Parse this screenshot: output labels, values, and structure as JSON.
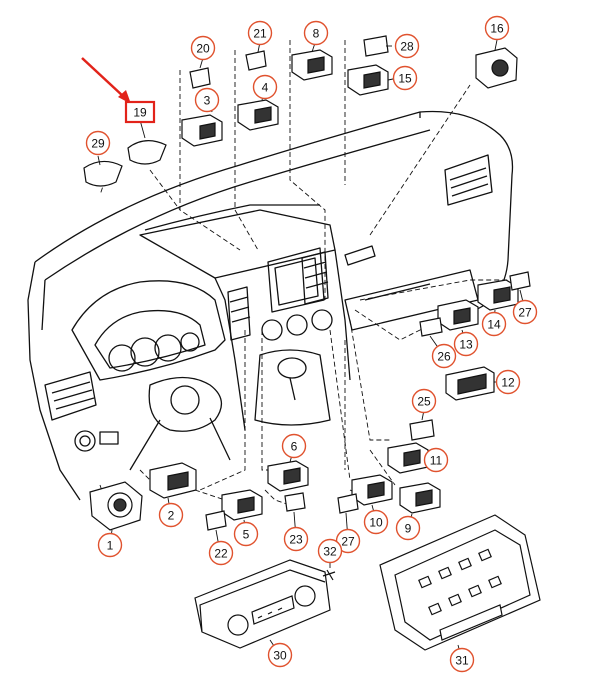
{
  "diagram": {
    "accent_color": "#e0522e",
    "highlight_color": "#e2231a",
    "highlighted_part": "19",
    "parts": [
      {
        "id": "p1",
        "label": "1"
      },
      {
        "id": "p2",
        "label": "2"
      },
      {
        "id": "p3",
        "label": "3"
      },
      {
        "id": "p4",
        "label": "4"
      },
      {
        "id": "p5",
        "label": "5"
      },
      {
        "id": "p6",
        "label": "6"
      },
      {
        "id": "p8",
        "label": "8"
      },
      {
        "id": "p9",
        "label": "9"
      },
      {
        "id": "p10",
        "label": "10"
      },
      {
        "id": "p11",
        "label": "11"
      },
      {
        "id": "p12",
        "label": "12"
      },
      {
        "id": "p13",
        "label": "13"
      },
      {
        "id": "p14",
        "label": "14"
      },
      {
        "id": "p15",
        "label": "15"
      },
      {
        "id": "p16",
        "label": "16"
      },
      {
        "id": "p19",
        "label": "19"
      },
      {
        "id": "p20",
        "label": "20"
      },
      {
        "id": "p21",
        "label": "21"
      },
      {
        "id": "p22",
        "label": "22"
      },
      {
        "id": "p23",
        "label": "23"
      },
      {
        "id": "p25",
        "label": "25"
      },
      {
        "id": "p26",
        "label": "26"
      },
      {
        "id": "p27a",
        "label": "27"
      },
      {
        "id": "p27b",
        "label": "27"
      },
      {
        "id": "p28",
        "label": "28"
      },
      {
        "id": "p29",
        "label": "29"
      },
      {
        "id": "p30",
        "label": "30"
      },
      {
        "id": "p31",
        "label": "31"
      },
      {
        "id": "p32",
        "label": "32"
      }
    ]
  }
}
